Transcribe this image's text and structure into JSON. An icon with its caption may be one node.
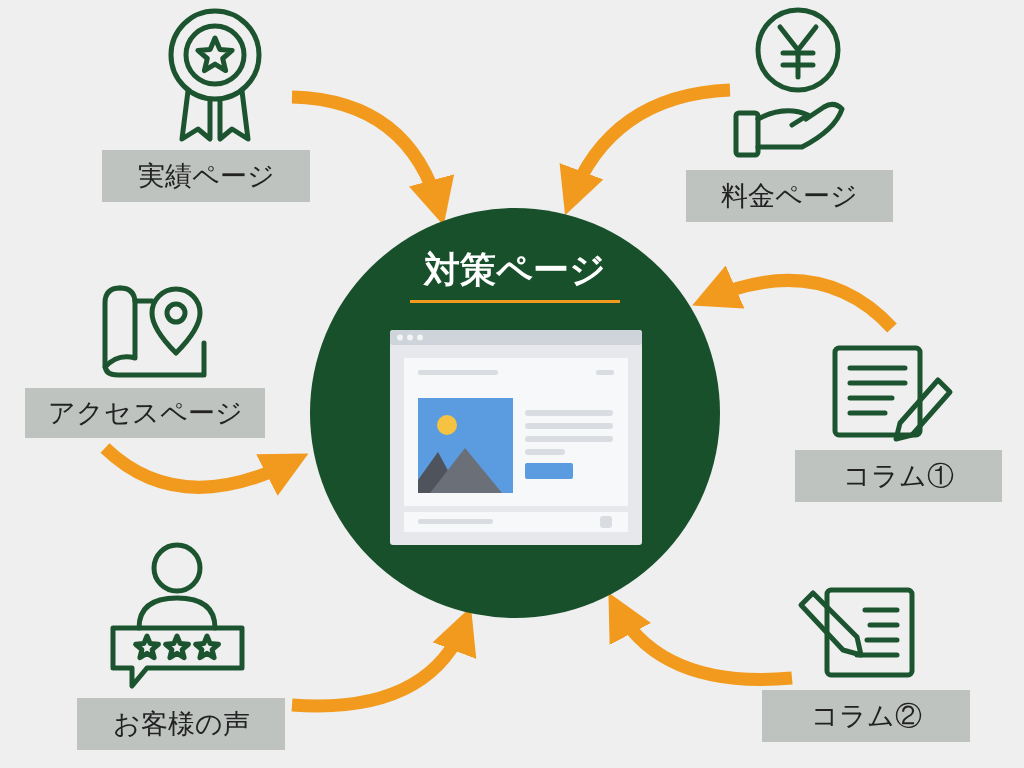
{
  "diagram": {
    "nodes": [
      {
        "text": [
          "対策ページ"
        ]
      },
      {
        "text": [
          "実績ページ"
        ]
      },
      {
        "text": [
          "料金ページ"
        ]
      },
      {
        "text": [
          "アクセスページ"
        ]
      },
      {
        "text": [
          "コラム①"
        ]
      },
      {
        "text": [
          "お客様の声"
        ]
      },
      {
        "text": [
          "コラム②"
        ]
      }
    ],
    "edges": [
      {
        "from": 1,
        "to": 0,
        "arrow": "to"
      },
      {
        "from": 2,
        "to": 0,
        "arrow": "to"
      },
      {
        "from": 4,
        "to": 0,
        "arrow": "to"
      },
      {
        "from": 3,
        "to": 0,
        "arrow": "to"
      },
      {
        "from": 5,
        "to": 0,
        "arrow": "to"
      },
      {
        "from": 6,
        "to": 0,
        "arrow": "to"
      }
    ]
  }
}
